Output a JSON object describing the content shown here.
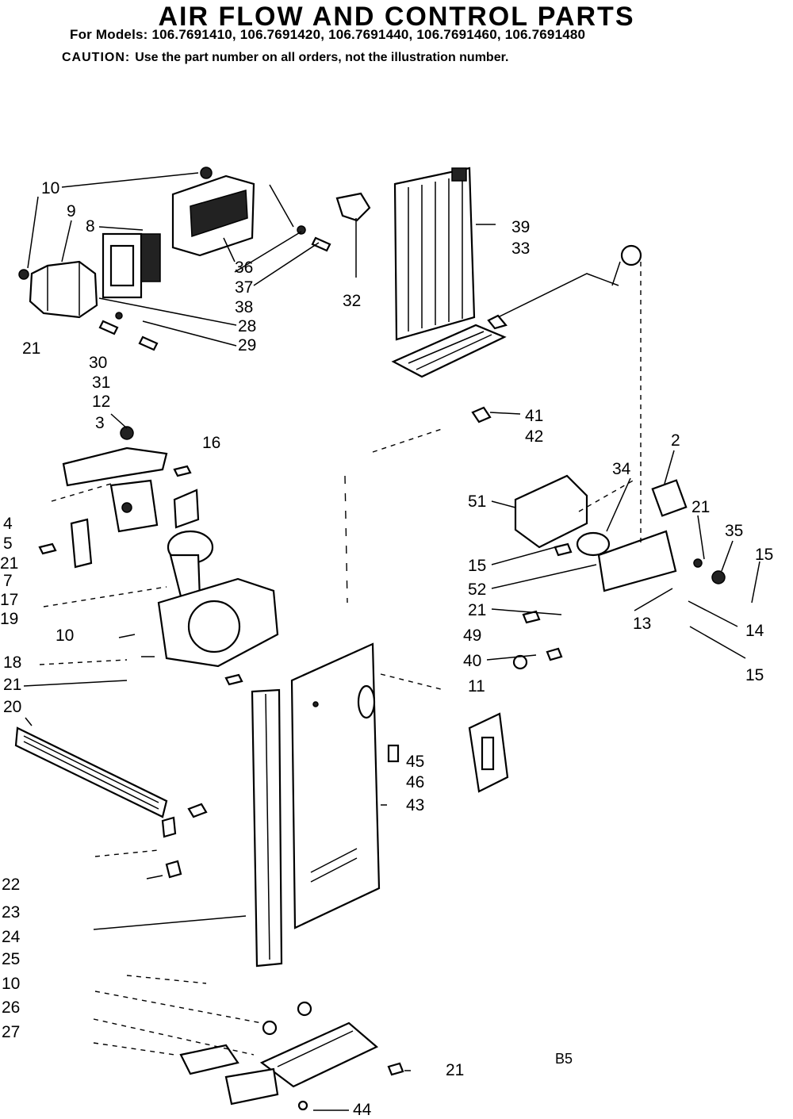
{
  "header": {
    "title": "AIR FLOW AND CONTROL PARTS",
    "models": "For Models: 106.7691410, 106.7691420, 106.7691440, 106.7691460, 106.7691480",
    "caution_label": "CAUTION:",
    "caution_text": "Use the part number on all orders, not the illustration number."
  },
  "callouts": [
    "10",
    "9",
    "8",
    "36",
    "37",
    "38",
    "28",
    "29",
    "21",
    "30",
    "31",
    "12",
    "3",
    "16",
    "4",
    "5",
    "21",
    "7",
    "17",
    "19",
    "10",
    "18",
    "21",
    "20",
    "22",
    "23",
    "24",
    "25",
    "10",
    "26",
    "27",
    "21",
    "44",
    "39",
    "33",
    "32",
    "41",
    "42",
    "2",
    "34",
    "51",
    "21",
    "35",
    "15",
    "15",
    "52",
    "21",
    "13",
    "14",
    "49",
    "40",
    "15",
    "11",
    "45",
    "46",
    "43"
  ],
  "page_code": "B5"
}
